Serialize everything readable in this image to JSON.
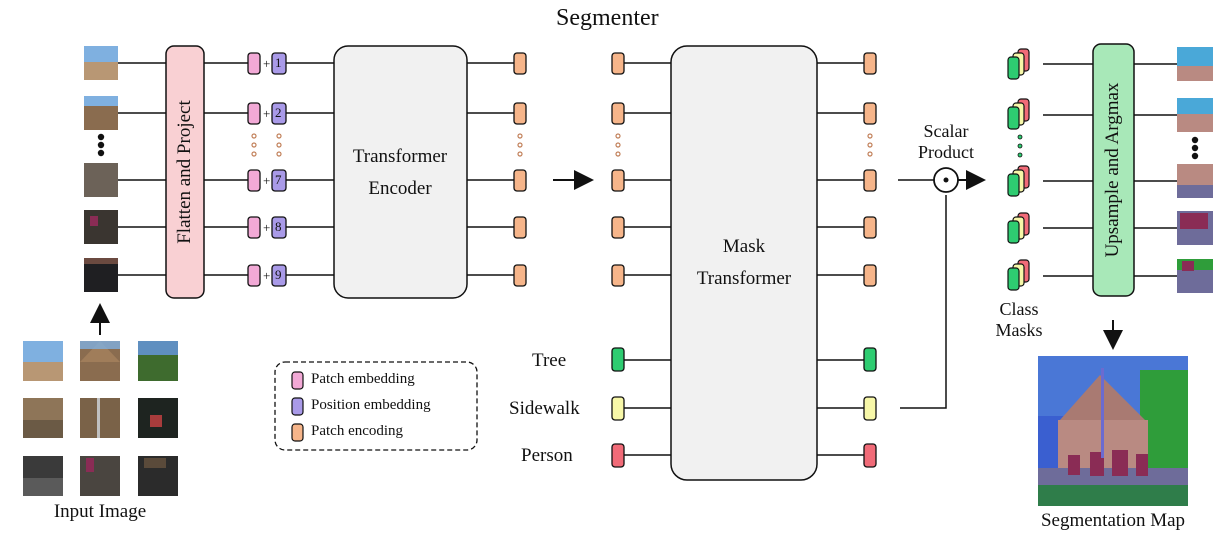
{
  "title": "Segmenter",
  "input_image_label": "Input Image",
  "flatten_label": "Flatten and Project",
  "encoder_label_line1": "Transformer",
  "encoder_label_line2": "Encoder",
  "mask_transformer_line1": "Mask",
  "mask_transformer_line2": "Transformer",
  "position_indices": [
    "1",
    "2",
    "7",
    "8",
    "9"
  ],
  "classes": [
    {
      "name": "Tree",
      "color": "#2ecc71"
    },
    {
      "name": "Sidewalk",
      "color": "#f7f7a8"
    },
    {
      "name": "Person",
      "color": "#f16b78"
    }
  ],
  "scalar_product_line1": "Scalar",
  "scalar_product_line2": "Product",
  "class_masks_line1": "Class",
  "class_masks_line2": "Masks",
  "upsample_label": "Upsample and Argmax",
  "segmentation_map_label": "Segmentation Map",
  "legend": [
    {
      "label": "Patch embedding",
      "color": "#f2a9d6"
    },
    {
      "label": "Position embedding",
      "color": "#a99ae8"
    },
    {
      "label": "Patch encoding",
      "color": "#f6b58a"
    }
  ],
  "colors": {
    "flatten_box": "#f9d0d3",
    "encoder_box": "#f1f1f1",
    "upsample_box": "#a8e8b8",
    "patch_sky": "#6fa6dc",
    "patch_building": "#8a6c4f",
    "patch_dark": "#2b2b2b",
    "seg_sky": "#3a5fd0",
    "seg_building": "#b98a82",
    "seg_tree": "#2f9d3a",
    "seg_person": "#8a2c55",
    "seg_ground": "#6e6c9a"
  }
}
